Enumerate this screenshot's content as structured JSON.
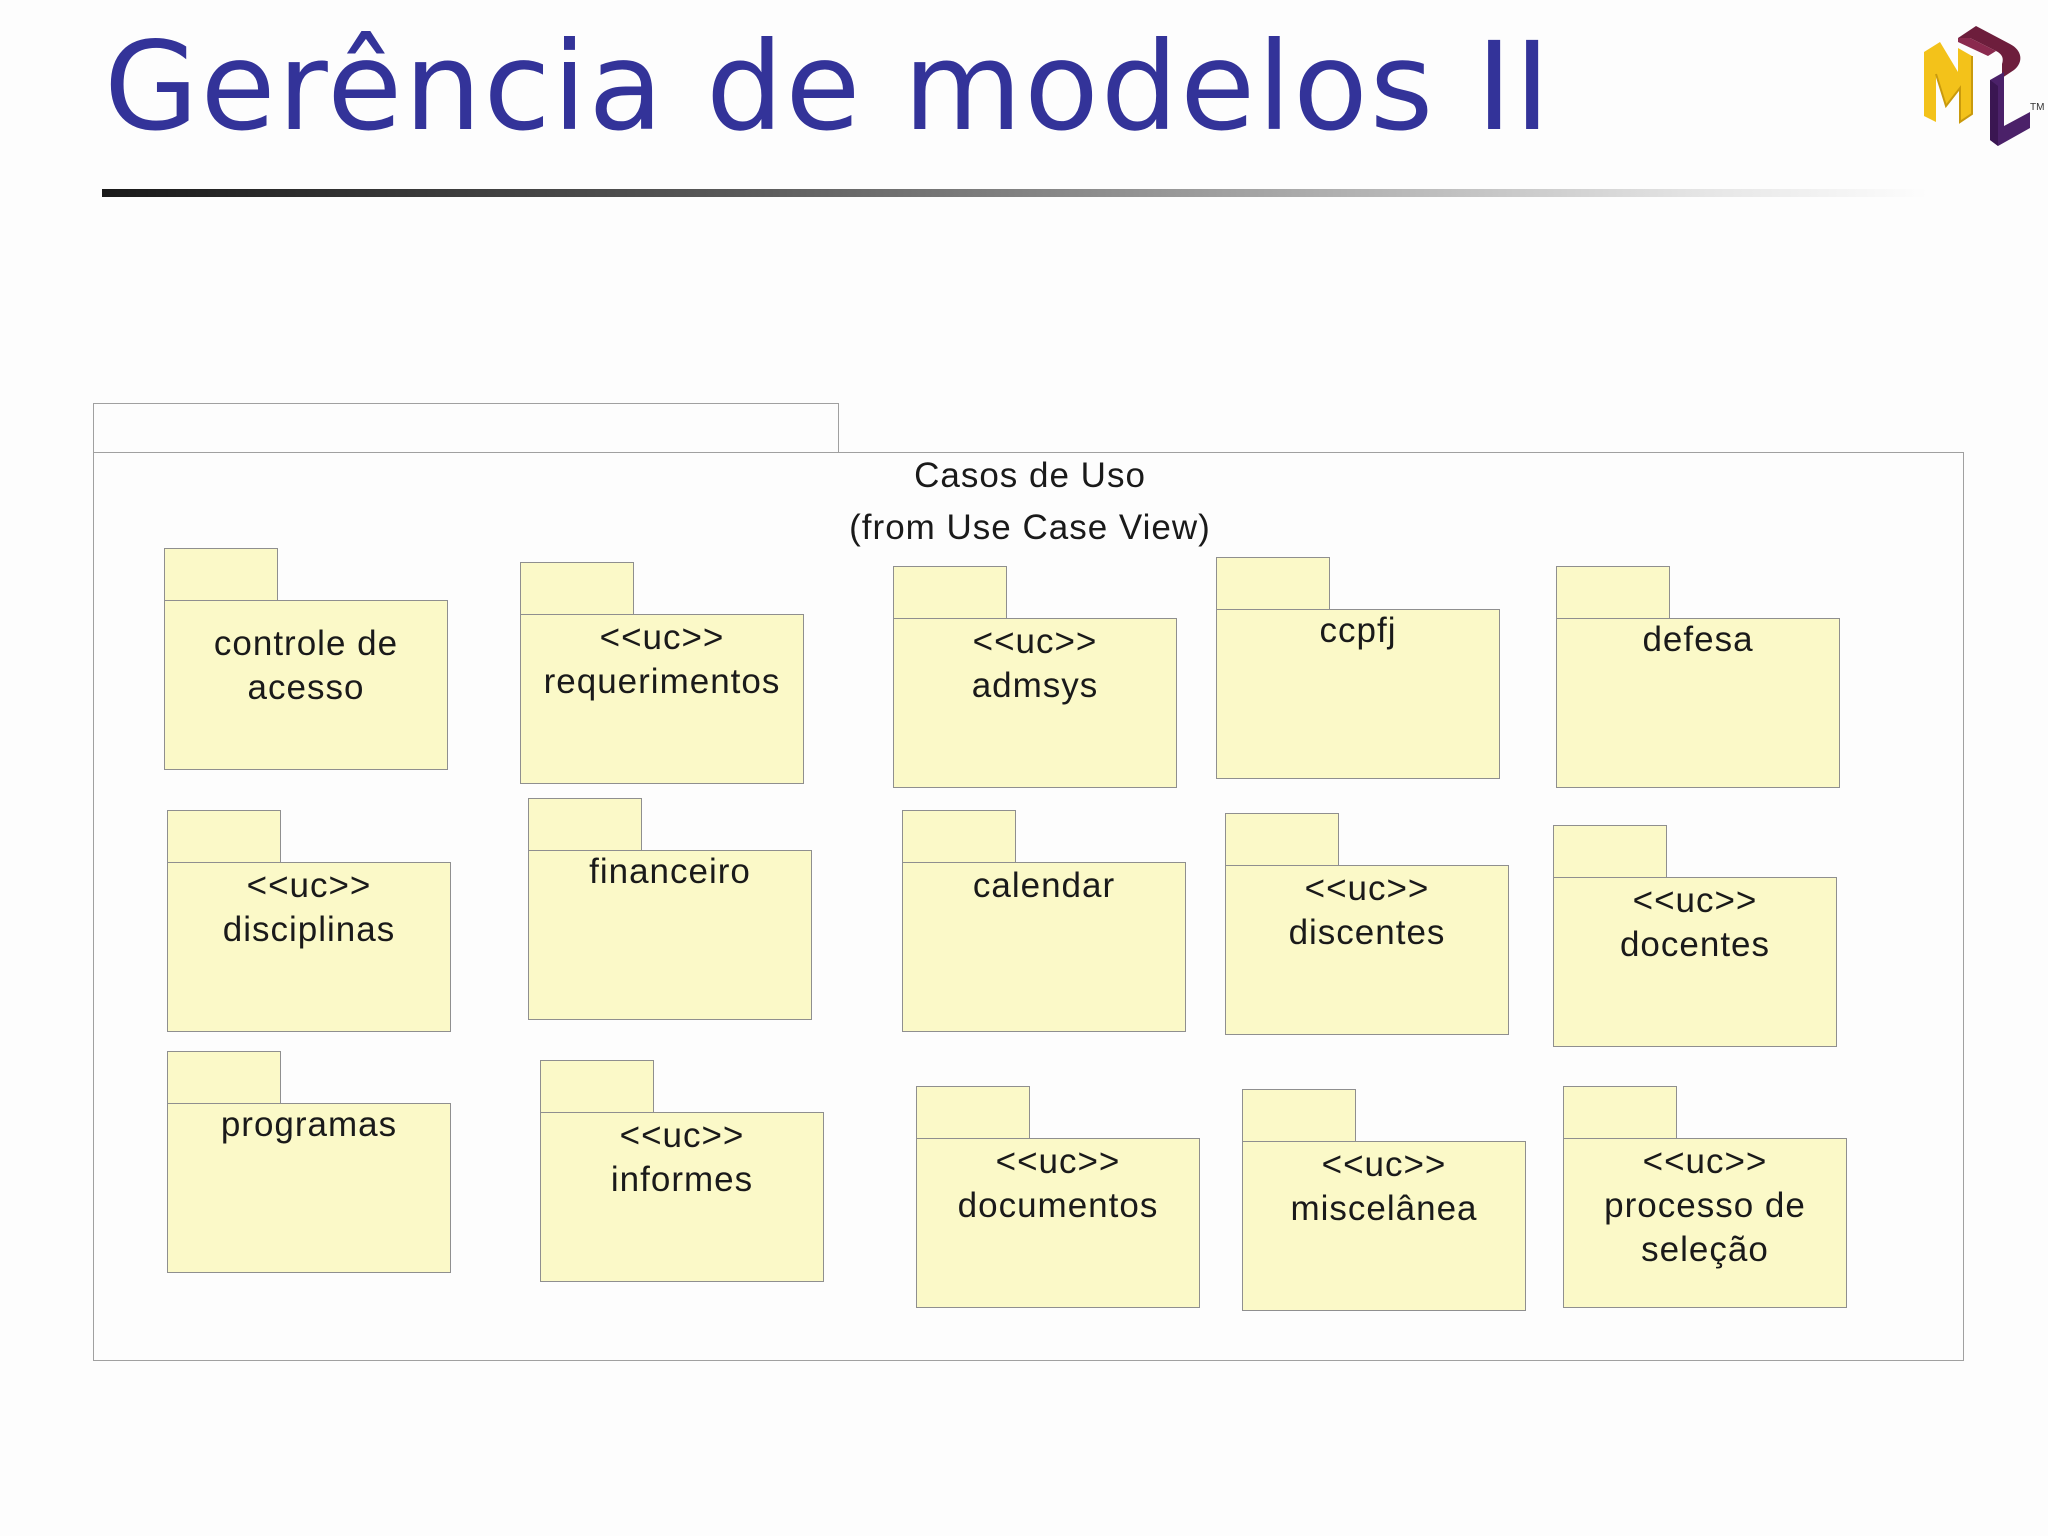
{
  "slide": {
    "title": "Gerência de modelos II"
  },
  "logo": {
    "name": "UML logo",
    "letters": "UML",
    "trademark": "TM",
    "colors": {
      "u": "#6d1e3c",
      "m": "#f3c21a",
      "l": "#4b2169"
    }
  },
  "diagram": {
    "container": {
      "name": "Casos de Uso",
      "source": "(from Use Case View)"
    },
    "packages": [
      {
        "stereotype": "",
        "name": "controle de acesso"
      },
      {
        "stereotype": "<<uc>>",
        "name": "requerimentos"
      },
      {
        "stereotype": "<<uc>>",
        "name": "admsys"
      },
      {
        "stereotype": "",
        "name": "ccpfj"
      },
      {
        "stereotype": "",
        "name": "defesa"
      },
      {
        "stereotype": "<<uc>>",
        "name": "disciplinas"
      },
      {
        "stereotype": "",
        "name": "financeiro"
      },
      {
        "stereotype": "",
        "name": "calendar"
      },
      {
        "stereotype": "<<uc>>",
        "name": "discentes"
      },
      {
        "stereotype": "<<uc>>",
        "name": "docentes"
      },
      {
        "stereotype": "",
        "name": "programas"
      },
      {
        "stereotype": "<<uc>>",
        "name": "informes"
      },
      {
        "stereotype": "<<uc>>",
        "name": "documentos"
      },
      {
        "stereotype": "<<uc>>",
        "name": "miscelânea"
      },
      {
        "stereotype": "<<uc>>",
        "name": "processo de seleção"
      }
    ],
    "colors": {
      "package_fill": "#fbf9c8",
      "title": "#333399"
    }
  }
}
